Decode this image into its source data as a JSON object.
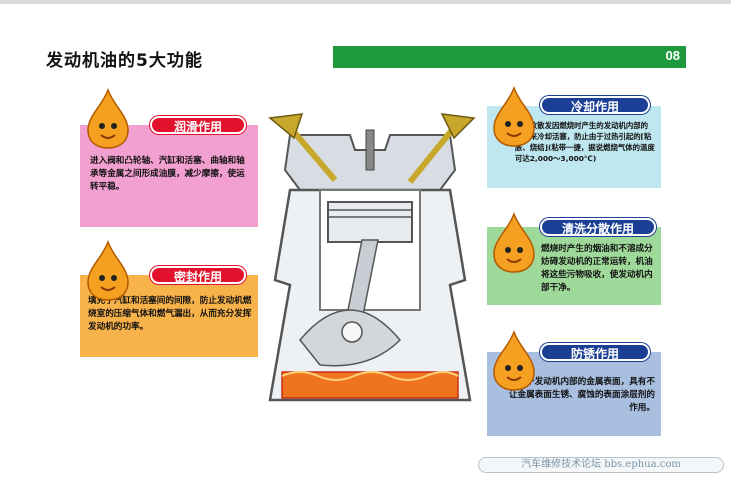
{
  "title": "发动机油的5大功能",
  "page_number": "08",
  "functions": {
    "lubrication": {
      "label": "润滑作用",
      "text": "进入阀和凸轮轴、汽缸和活塞、曲轴和轴承等金属之间形成油膜，减少摩擦，使运转平稳。"
    },
    "sealing": {
      "label": "密封作用",
      "text": "填充于汽缸和活塞间的间隙，防止发动机燃烧室的压缩气体和燃气漏出，从而充分发挥发动机的功率。"
    },
    "cooling": {
      "label": "冷却作用",
      "text": "以吸收散发因燃烧时产生的发动机内部的热量来冷却活塞，防止由于过热引起的⌈粘胀、烧结⌋(粘带一捷，据说燃烧气体的温度可达2,000～3,000℃)"
    },
    "cleaning": {
      "label": "清洗分散作用",
      "text": "燃烧时产生的烟油和不溶成分妨碍发动机的正常运转，机油将这些污物吸收，使发动机内部干净。"
    },
    "rust": {
      "label": "防锈作用",
      "text": "附着于发动机内部的金属表面，具有不让金属表面生锈、腐蚀的表面涂层剂的作用。"
    }
  },
  "footer": "汽车维修技术论坛 bbs.ephua.com",
  "colors": {
    "green_bar": "#1e9a3c",
    "pink_box": "#f2a0d0",
    "orange_box": "#f8b24a",
    "cyan_box": "#bfe7ef",
    "green_box": "#9fd99a",
    "blue_box": "#a8bfe0",
    "red_label": "#e3122c",
    "navy_label": "#1b3f95"
  }
}
